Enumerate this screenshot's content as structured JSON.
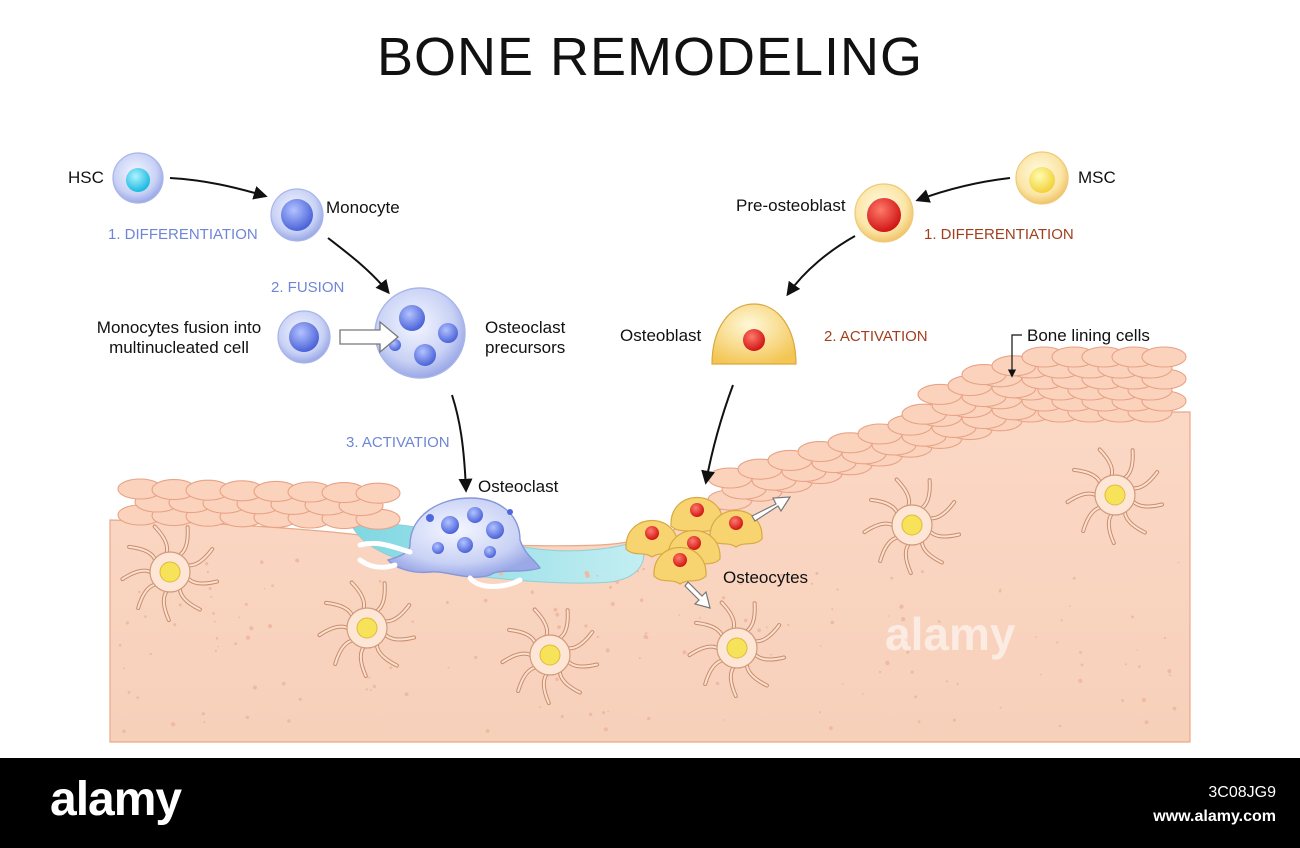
{
  "title": "BONE REMODELING",
  "labels": {
    "hsc": "HSC",
    "monocyte": "Monocyte",
    "differentiation_left": "1. DIFFERENTIATION",
    "fusion": "2. FUSION",
    "fusion_desc_line1": "Monocytes fusion into",
    "fusion_desc_line2": "multinucleated cell",
    "osteoclast_precursors_line1": "Osteoclast",
    "osteoclast_precursors_line2": "precursors",
    "activation_left": "3. ACTIVATION",
    "osteoclast": "Osteoclast",
    "msc": "MSC",
    "pre_osteoblast": "Pre-osteoblast",
    "differentiation_right": "1. DIFFERENTIATION",
    "osteoblast": "Osteoblast",
    "activation_right": "2. ACTIVATION",
    "bone_lining_cells": "Bone lining cells",
    "osteocytes": "Osteocytes"
  },
  "watermark": "alamy",
  "footer": {
    "logo": "alamy",
    "image_id": "3C08JG9",
    "url": "www.alamy.com"
  }
}
